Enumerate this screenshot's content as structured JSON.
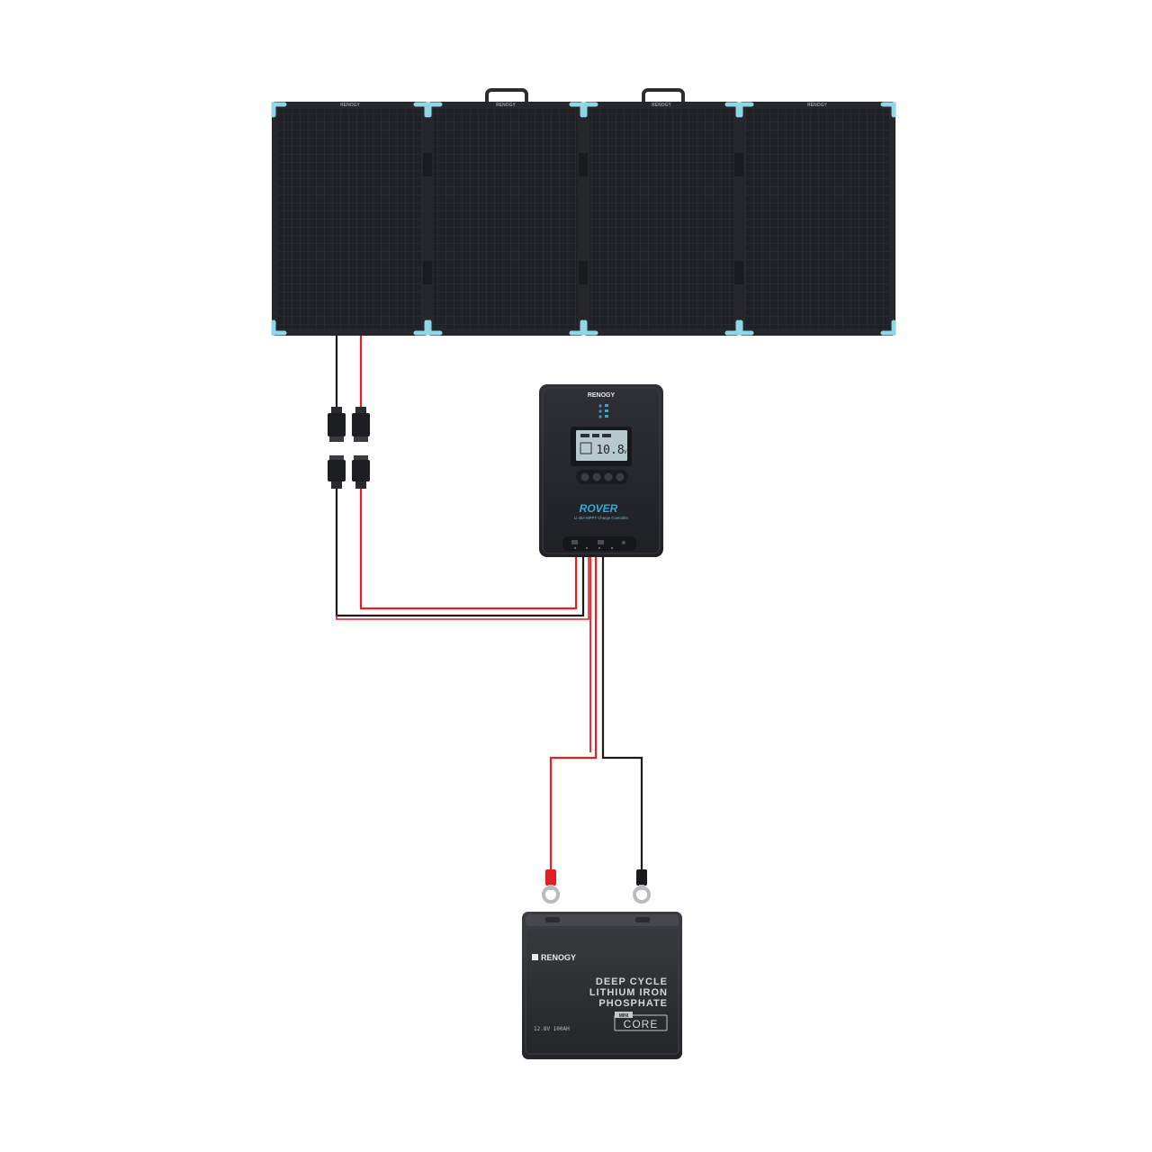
{
  "solar_panel": {
    "brand_label": "RENOGY",
    "panel_count": 4,
    "frame_color": "#222428",
    "cell_color": "#1f2126",
    "corner_color": "#8fd6e6"
  },
  "controller": {
    "brand": "RENOGY",
    "display_value": "10.8",
    "display_unit": "V",
    "model": "ROVER",
    "subtitle": "Li 40A MPPT Charge Controller",
    "body_color": "#26282d",
    "screen_color": "#b7c9cf",
    "accent_color": "#33a9d6"
  },
  "battery": {
    "brand": "RENOGY",
    "line1": "DEEP CYCLE",
    "line2": "LITHIUM IRON",
    "line3": "PHOSPHATE",
    "spec": "12.8V 100AH",
    "badge_small": "MINI",
    "badge_large": "CORE",
    "body_color": "#2b2d30"
  },
  "wires": {
    "positive_color": "#e31e24",
    "negative_color": "#1b1b1b"
  }
}
